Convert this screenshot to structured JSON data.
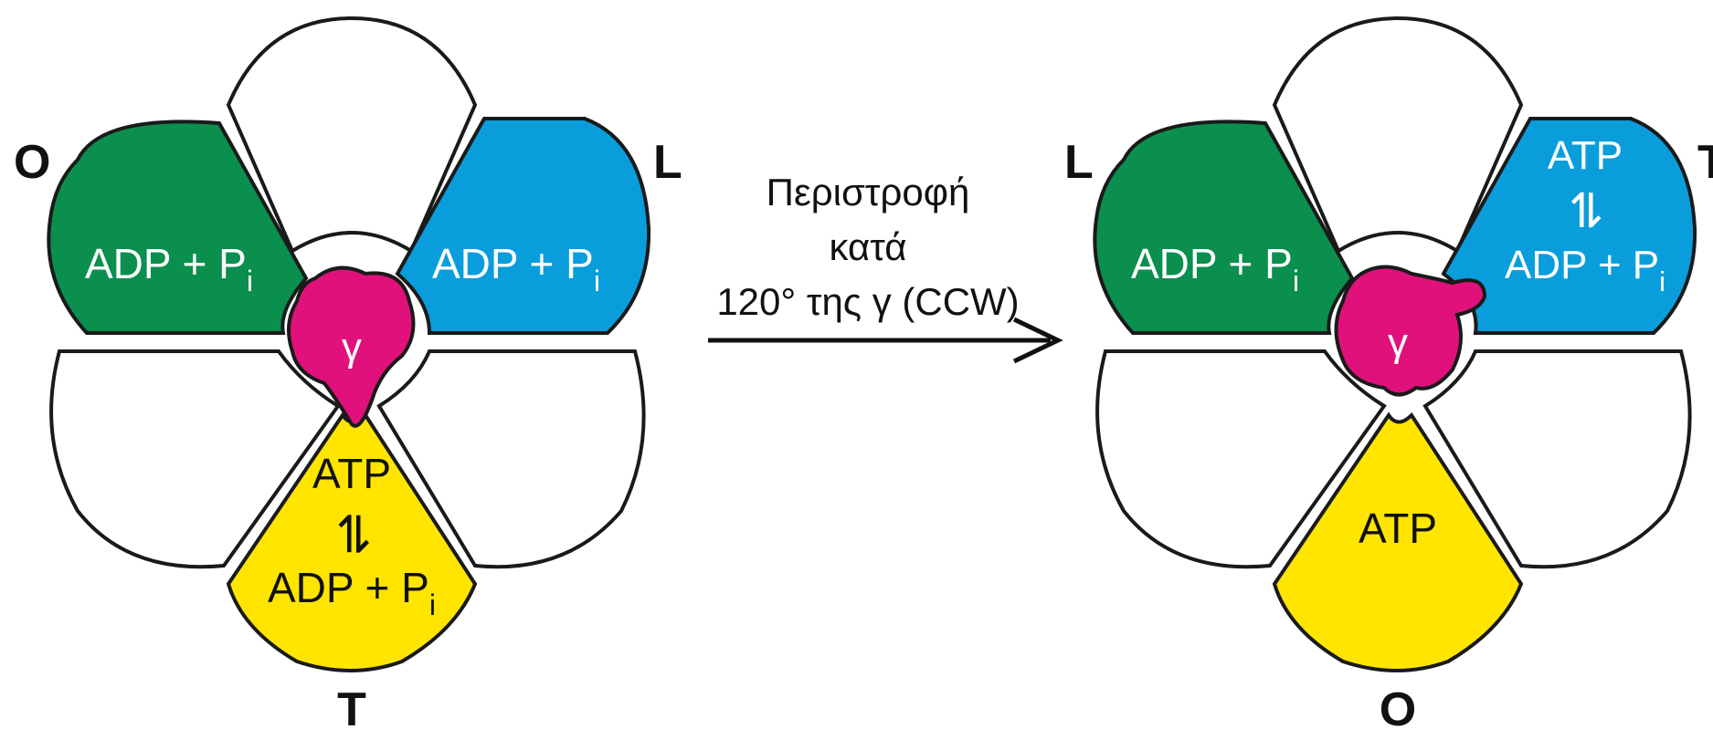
{
  "colors": {
    "green": "#0a8f4e",
    "blue": "#0a9ddc",
    "yellow": "#ffe500",
    "magenta": "#e0117a",
    "outline": "#1a1a1a",
    "empty": "#ffffff"
  },
  "before": {
    "labels": {
      "O": "O",
      "L": "L",
      "T": "T"
    },
    "green_text": {
      "main": "ADP + P",
      "sub": "i"
    },
    "blue_text": {
      "main": "ADP + P",
      "sub": "i"
    },
    "yellow_text": {
      "top": "ATP",
      "eq": "⇌",
      "bottom_main": "ADP + P",
      "bottom_sub": "i"
    },
    "gamma": "γ"
  },
  "transition": {
    "line1": "Περιστροφή",
    "line2": "κατά",
    "line3": "120° της γ (CCW)"
  },
  "after": {
    "labels": {
      "L": "L",
      "T": "T",
      "O": "O"
    },
    "green_text": {
      "main": "ADP + P",
      "sub": "i"
    },
    "blue_text": {
      "top": "ATP",
      "eq": "⇌",
      "bottom_main": "ADP + P",
      "bottom_sub": "i"
    },
    "yellow_text": {
      "main": "ATP"
    },
    "gamma": "γ"
  }
}
